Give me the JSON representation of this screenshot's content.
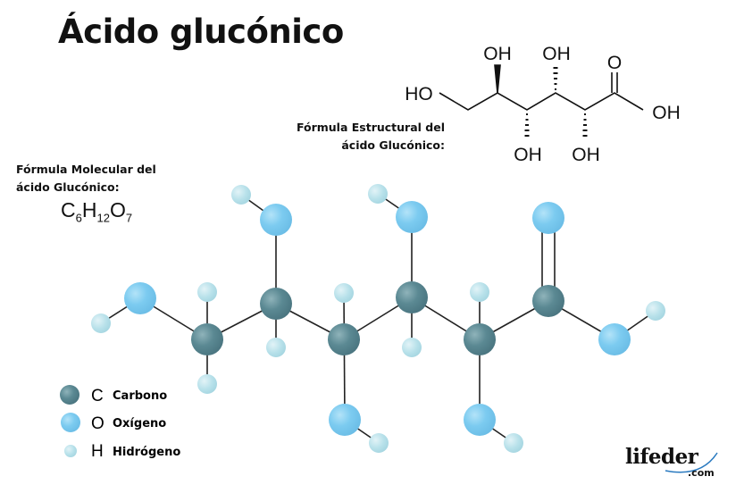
{
  "title": "Ácido glucónico",
  "structural_caption": {
    "line1": "Fórmula Estructural del",
    "line2": "ácido Glucónico:"
  },
  "molecular_caption": {
    "line1": "Fórmula Molecular del",
    "line2": "ácido Glucónico:"
  },
  "molecular_formula": {
    "c": "C",
    "c_n": "6",
    "h": "H",
    "h_n": "12",
    "o": "O",
    "o_n": "7"
  },
  "structure_labels": {
    "ho_left": "HO",
    "oh_top1": "OH",
    "oh_top2": "OH",
    "o_carbonyl": "O",
    "oh_acid": "OH",
    "oh_bottom1": "OH",
    "oh_bottom2": "OH"
  },
  "colors": {
    "carbon": "#5b8993",
    "oxygen": "#7ccbf0",
    "hydrogen": "#b8e1ea"
  },
  "legend": [
    {
      "symbol": "C",
      "label": "Carbono"
    },
    {
      "symbol": "O",
      "label": "Oxígeno"
    },
    {
      "symbol": "H",
      "label": "Hidrógeno"
    }
  ],
  "logo": {
    "name": "lifeder",
    "suffix": ".com"
  }
}
